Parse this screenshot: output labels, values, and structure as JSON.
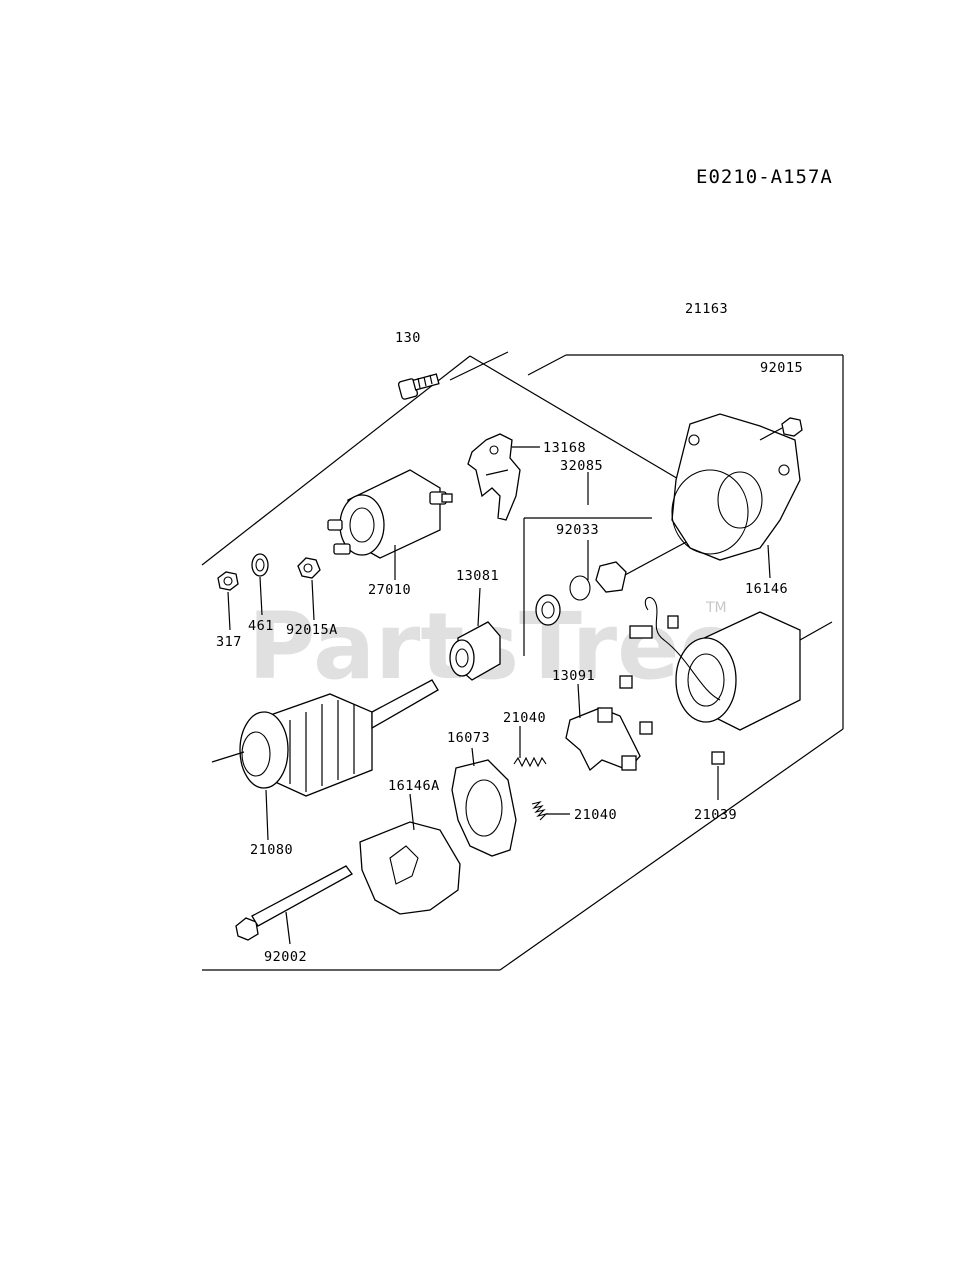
{
  "diagram_code": "E0210-A157A",
  "watermark": {
    "text": "PartsTree",
    "tm": "TM"
  },
  "parts": [
    {
      "key": "p21163",
      "number": "21163"
    },
    {
      "key": "p130",
      "number": "130"
    },
    {
      "key": "p92015",
      "number": "92015"
    },
    {
      "key": "p13168",
      "number": "13168"
    },
    {
      "key": "p32085",
      "number": "32085"
    },
    {
      "key": "p92033",
      "number": "92033"
    },
    {
      "key": "p13081",
      "number": "13081"
    },
    {
      "key": "p27010",
      "number": "27010"
    },
    {
      "key": "p16146",
      "number": "16146"
    },
    {
      "key": "p317",
      "number": "317"
    },
    {
      "key": "p461",
      "number": "461"
    },
    {
      "key": "p92015A",
      "number": "92015A"
    },
    {
      "key": "p13091",
      "number": "13091"
    },
    {
      "key": "p21040a",
      "number": "21040"
    },
    {
      "key": "p16073",
      "number": "16073"
    },
    {
      "key": "p16146A",
      "number": "16146A"
    },
    {
      "key": "p21040b",
      "number": "21040"
    },
    {
      "key": "p21039",
      "number": "21039"
    },
    {
      "key": "p21080",
      "number": "21080"
    },
    {
      "key": "p92002",
      "number": "92002"
    }
  ]
}
